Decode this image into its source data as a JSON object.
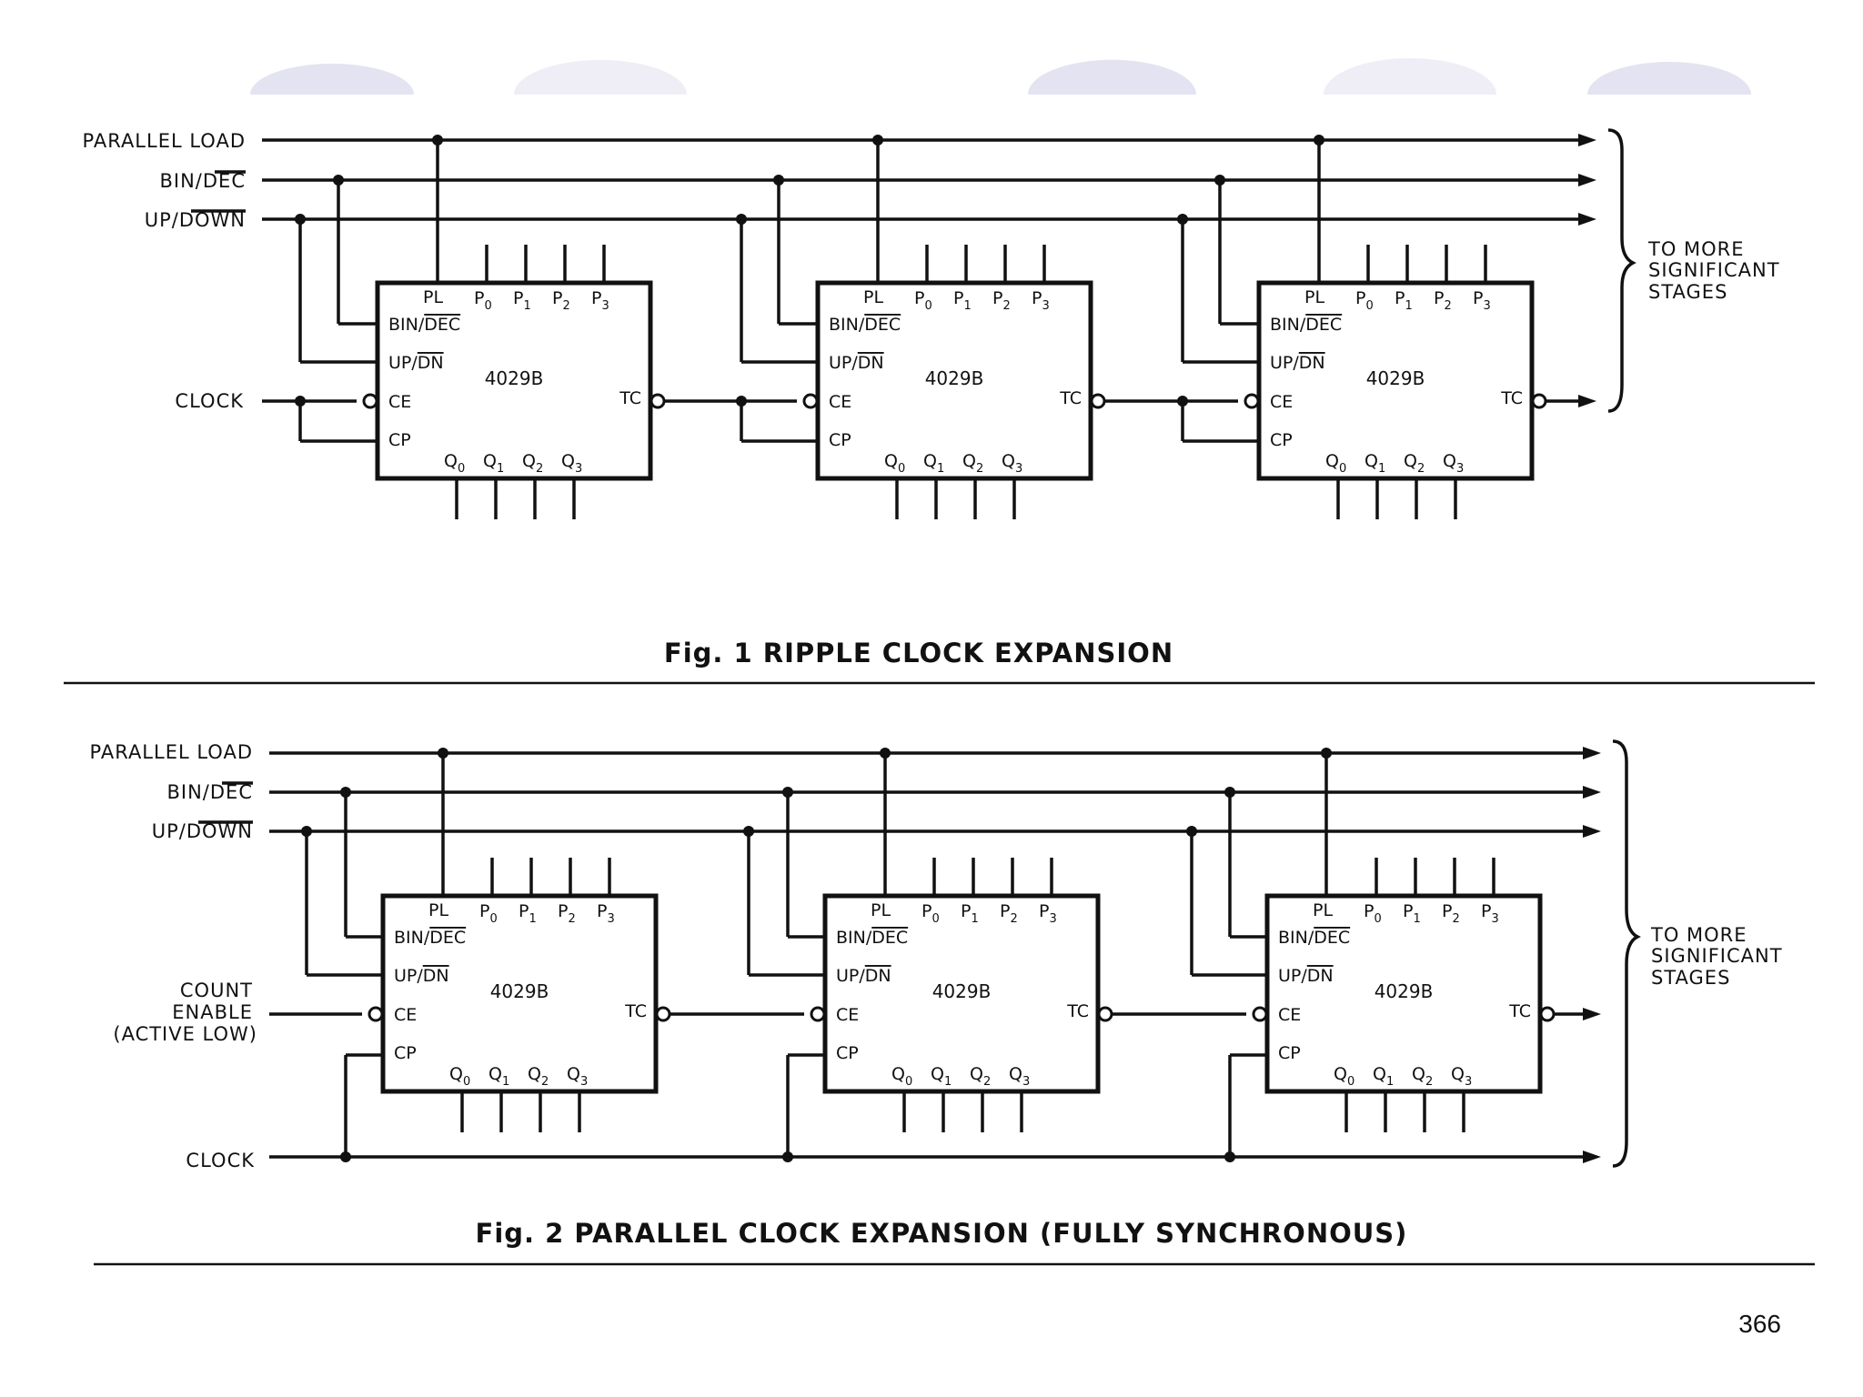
{
  "figure1": {
    "caption": "Fig. 1  RIPPLE CLOCK EXPANSION",
    "inputs": [
      "PARALLEL LOAD",
      "BIN/DEC",
      "UP/DOWN",
      "CLOCK"
    ],
    "output_note": [
      "TO MORE",
      "SIGNIFICANT",
      "STAGES"
    ]
  },
  "figure2": {
    "caption": "Fig. 2  PARALLEL CLOCK EXPANSION (FULLY SYNCHRONOUS)",
    "inputs": [
      "PARALLEL LOAD",
      "BIN/DEC",
      "UP/DOWN",
      "COUNT",
      "ENABLE",
      "(ACTIVE LOW)",
      "CLOCK"
    ],
    "output_note": [
      "TO MORE",
      "SIGNIFICANT",
      "STAGES"
    ]
  },
  "chip": {
    "part": "4029B",
    "pins": {
      "pl": "PL",
      "p": "P",
      "bin": "BIN/",
      "dec": "DEC",
      "up": "UP/",
      "dn": "DN",
      "ce": "CE",
      "cp": "CP",
      "tc": "TC",
      "q": "Q"
    },
    "subscripts": [
      "0",
      "1",
      "2",
      "3"
    ]
  },
  "page_number": "366",
  "colors": {
    "ink": "#111111",
    "decor_arcs": "#e4e3f1"
  }
}
